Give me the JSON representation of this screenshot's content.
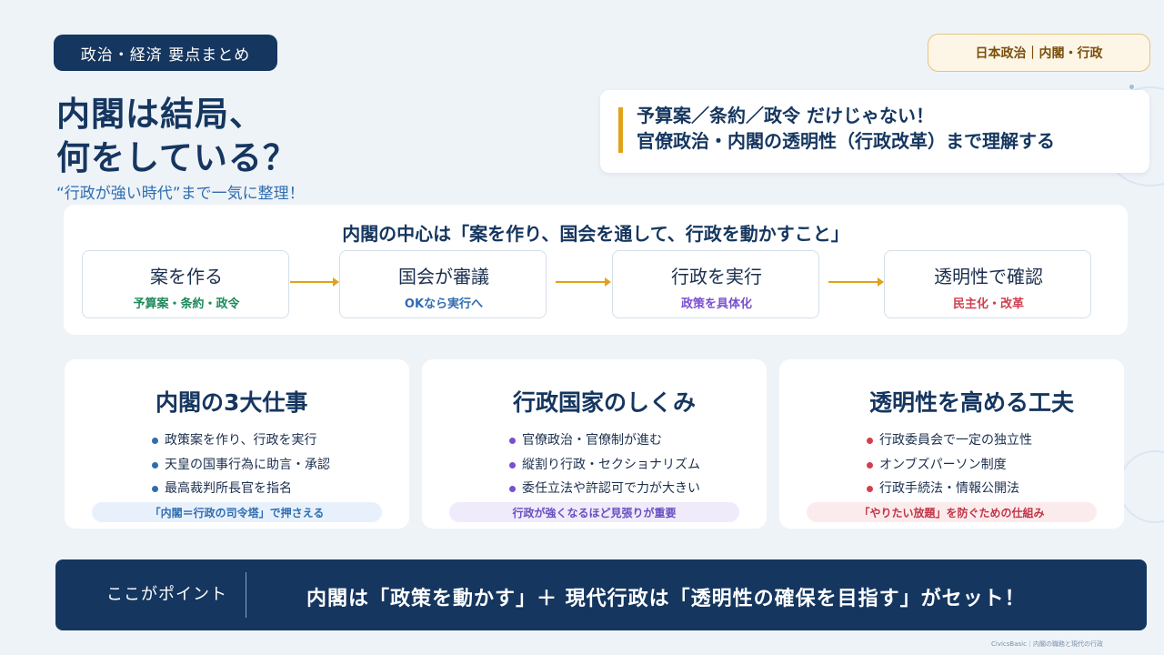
{
  "header": {
    "badge": "政治・経済 要点まとめ",
    "tag": "日本政治｜内閣・行政",
    "title_line1": "内閣は結局、",
    "title_line2": "何をしている？",
    "subtitle": "“行政が強い時代”まで一気に整理！"
  },
  "callout": {
    "line1": "予算案／条約／政令 だけじゃない！",
    "line2": "官僚政治・内閣の透明性（行政改革）まで理解する"
  },
  "flow": {
    "heading": "内閣の中心は「案を作り、国会を通して、行政を動かすこと」",
    "steps": [
      {
        "title": "案を作る",
        "sub": "予算案・条約・政令",
        "color": "#1f8a5b"
      },
      {
        "title": "国会が審議",
        "sub": "OKなら実行へ",
        "color": "#2f6db0"
      },
      {
        "title": "行政を実行",
        "sub": "政策を具体化",
        "color": "#7a4fd0"
      },
      {
        "title": "透明性で確認",
        "sub": "民主化・改革",
        "color": "#d0404f"
      }
    ]
  },
  "cards": [
    {
      "title": "内閣の3大仕事",
      "items": [
        "政策案を作り、行政を実行",
        "天皇の国事行為に助言・承認",
        "最高裁判所長官を指名"
      ],
      "footer": "「内閣＝行政の司令塔」で押さえる",
      "dot_color": "#2f6db0",
      "foot_bg": "#e8f1fb",
      "foot_color": "#2f6db0"
    },
    {
      "title": "行政国家のしくみ",
      "items": [
        "官僚政治・官僚制が進む",
        "縦割り行政・セクショナリズム",
        "委任立法や許認可で力が大きい"
      ],
      "footer": "行政が強くなるほど見張りが重要",
      "dot_color": "#7a4fd0",
      "foot_bg": "#efebfb",
      "foot_color": "#6a4ec0"
    },
    {
      "title": "透明性を高める工夫",
      "items": [
        "行政委員会で一定の独立性",
        "オンブズパーソン制度",
        "行政手続法・情報公開法"
      ],
      "footer": "「やりたい放題」を防ぐための仕組み",
      "dot_color": "#d0404f",
      "foot_bg": "#fcebed",
      "foot_color": "#c03545"
    }
  ],
  "point": {
    "label": "ここがポイント",
    "text": "内閣は「政策を動かす」＋ 現代行政は「透明性の確保を目指す」がセット！"
  },
  "footer": {
    "credit": "CivicsBasic｜内閣の職務と現代の行政"
  }
}
